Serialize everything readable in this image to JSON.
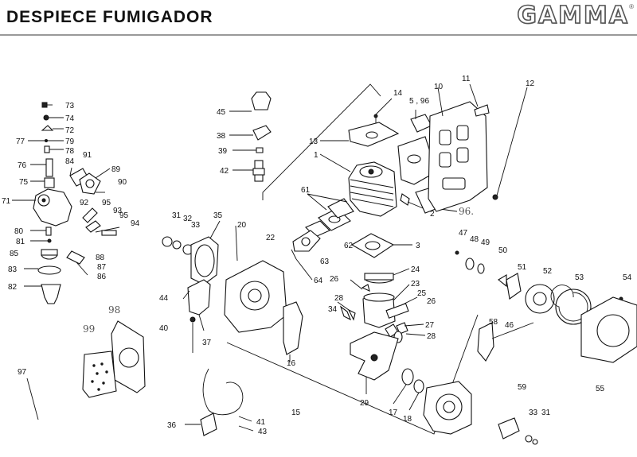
{
  "header": {
    "title": "DESPIECE FUMIGADOR",
    "brand": "GAMMA",
    "registered": "®"
  },
  "labels": [
    {
      "id": "73",
      "text": "73"
    },
    {
      "id": "74",
      "text": "74"
    },
    {
      "id": "72",
      "text": "72"
    },
    {
      "id": "77",
      "text": "77"
    },
    {
      "id": "79",
      "text": "79"
    },
    {
      "id": "78",
      "text": "78"
    },
    {
      "id": "76",
      "text": "76"
    },
    {
      "id": "84",
      "text": "84"
    },
    {
      "id": "91",
      "text": "91"
    },
    {
      "id": "89",
      "text": "89"
    },
    {
      "id": "90",
      "text": "90"
    },
    {
      "id": "75",
      "text": "75"
    },
    {
      "id": "71",
      "text": "71"
    },
    {
      "id": "92",
      "text": "92"
    },
    {
      "id": "95a",
      "text": "95"
    },
    {
      "id": "93",
      "text": "93"
    },
    {
      "id": "95b",
      "text": "95"
    },
    {
      "id": "94",
      "text": "94"
    },
    {
      "id": "80",
      "text": "80"
    },
    {
      "id": "81",
      "text": "81"
    },
    {
      "id": "85",
      "text": "85"
    },
    {
      "id": "88",
      "text": "88"
    },
    {
      "id": "87",
      "text": "87"
    },
    {
      "id": "83",
      "text": "83"
    },
    {
      "id": "86",
      "text": "86"
    },
    {
      "id": "82",
      "text": "82"
    },
    {
      "id": "45",
      "text": "45"
    },
    {
      "id": "38",
      "text": "38"
    },
    {
      "id": "39",
      "text": "39"
    },
    {
      "id": "42",
      "text": "42"
    },
    {
      "id": "14",
      "text": "14"
    },
    {
      "id": "5_96",
      "text": "5 , 96"
    },
    {
      "id": "10",
      "text": "10"
    },
    {
      "id": "11",
      "text": "11"
    },
    {
      "id": "12",
      "text": "12"
    },
    {
      "id": "13",
      "text": "13"
    },
    {
      "id": "1",
      "text": "1"
    },
    {
      "id": "61",
      "text": "61"
    },
    {
      "id": "2",
      "text": "2"
    },
    {
      "id": "96",
      "text": "96."
    },
    {
      "id": "31a",
      "text": "31"
    },
    {
      "id": "32",
      "text": "32"
    },
    {
      "id": "33a",
      "text": "33"
    },
    {
      "id": "35",
      "text": "35"
    },
    {
      "id": "20",
      "text": "20"
    },
    {
      "id": "22",
      "text": "22"
    },
    {
      "id": "63",
      "text": "63"
    },
    {
      "id": "62",
      "text": "62"
    },
    {
      "id": "3",
      "text": "3"
    },
    {
      "id": "64",
      "text": "64"
    },
    {
      "id": "24",
      "text": "24"
    },
    {
      "id": "26a",
      "text": "26"
    },
    {
      "id": "23",
      "text": "23"
    },
    {
      "id": "25",
      "text": "25"
    },
    {
      "id": "26b",
      "text": "26"
    },
    {
      "id": "28a",
      "text": "28"
    },
    {
      "id": "34",
      "text": "34"
    },
    {
      "id": "27",
      "text": "27"
    },
    {
      "id": "28b",
      "text": "28"
    },
    {
      "id": "47",
      "text": "47"
    },
    {
      "id": "48",
      "text": "48"
    },
    {
      "id": "49",
      "text": "49"
    },
    {
      "id": "50",
      "text": "50"
    },
    {
      "id": "51",
      "text": "51"
    },
    {
      "id": "52",
      "text": "52"
    },
    {
      "id": "53",
      "text": "53"
    },
    {
      "id": "54",
      "text": "54"
    },
    {
      "id": "58",
      "text": "58"
    },
    {
      "id": "46",
      "text": "46"
    },
    {
      "id": "55",
      "text": "55"
    },
    {
      "id": "44",
      "text": "44"
    },
    {
      "id": "40",
      "text": "40"
    },
    {
      "id": "37",
      "text": "37"
    },
    {
      "id": "16",
      "text": "16"
    },
    {
      "id": "98",
      "text": "98"
    },
    {
      "id": "99",
      "text": "99"
    },
    {
      "id": "97",
      "text": "97"
    },
    {
      "id": "29",
      "text": "29"
    },
    {
      "id": "17",
      "text": "17"
    },
    {
      "id": "18",
      "text": "18"
    },
    {
      "id": "15",
      "text": "15"
    },
    {
      "id": "59",
      "text": "59"
    },
    {
      "id": "33b",
      "text": "33"
    },
    {
      "id": "31b",
      "text": "31"
    },
    {
      "id": "36",
      "text": "36"
    },
    {
      "id": "41",
      "text": "41"
    },
    {
      "id": "43",
      "text": "43"
    }
  ]
}
